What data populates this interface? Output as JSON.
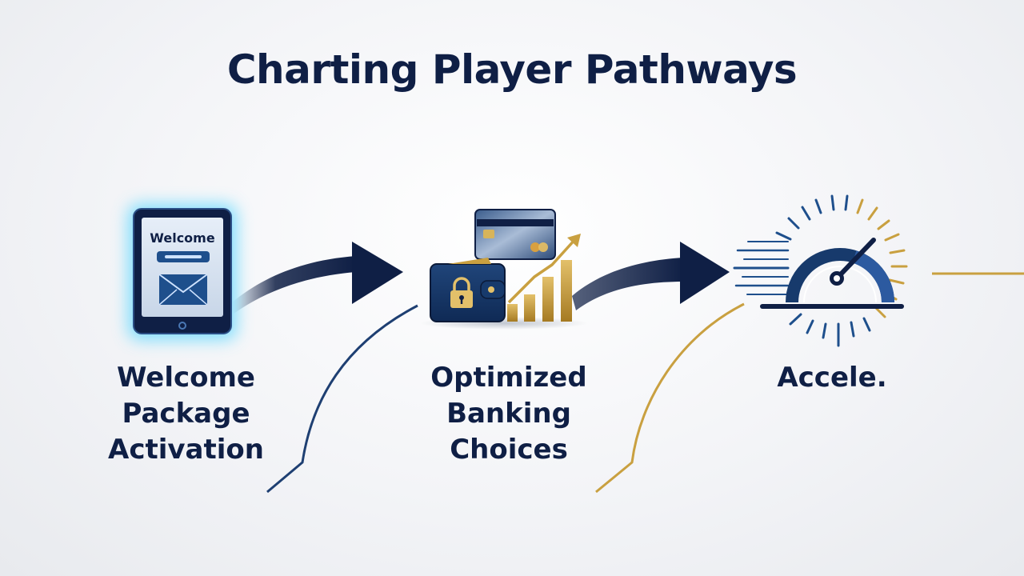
{
  "title": "Charting Player Pathways",
  "steps": [
    {
      "icon": "tablet-welcome-email-icon",
      "screen_text": "Welcome",
      "label_lines": [
        "Welcome",
        "Package",
        "Activation"
      ]
    },
    {
      "icon": "wallet-card-growth-icon",
      "label_lines": [
        "Optimized",
        "Banking",
        "Choices"
      ]
    },
    {
      "icon": "speedometer-icon",
      "label_lines": [
        "Accele."
      ]
    }
  ],
  "colors": {
    "navy": "#0f1f45",
    "blue_accent": "#1e4f8c",
    "gold": "#c9a040",
    "glow": "#4fd4ff"
  }
}
